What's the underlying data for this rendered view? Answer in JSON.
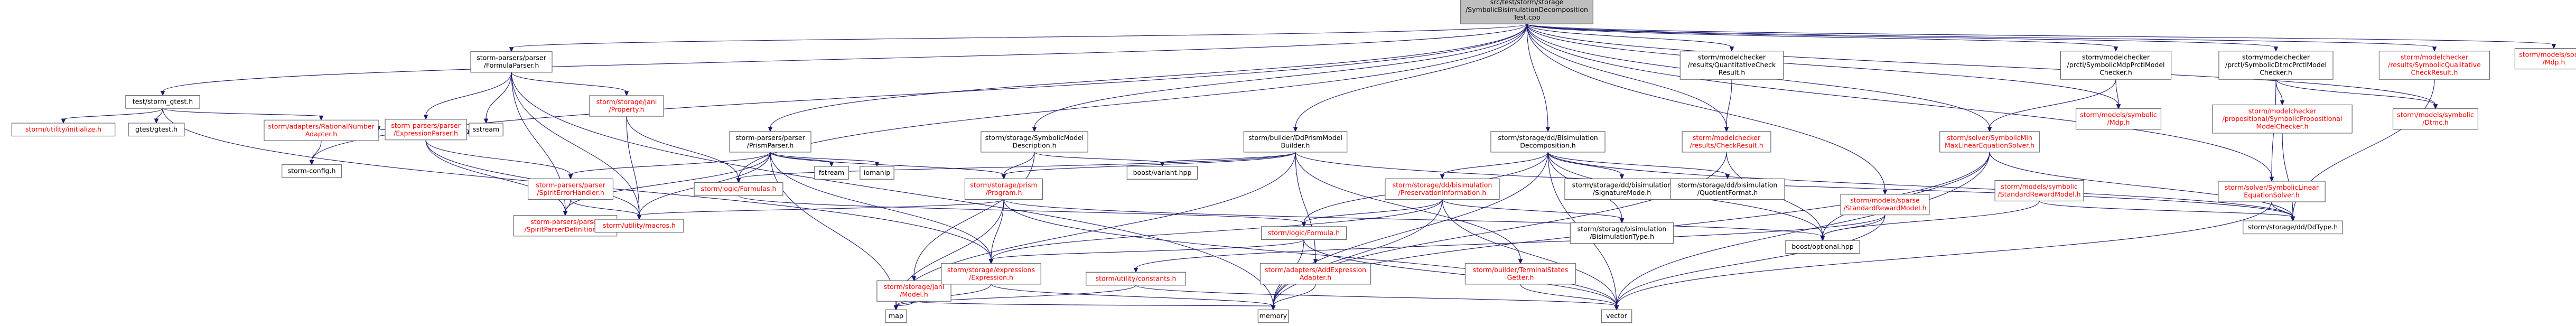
{
  "graph": {
    "colors": {
      "root_fill": "#bfbfbf",
      "node_fill": "#ffffff",
      "node_border": "#666666",
      "link_text": "#000000",
      "missing_text": "#ff0000",
      "edge": "#191970"
    },
    "nodes": [
      {
        "id": "root",
        "lines": [
          "src/test/storm/storage",
          "/SymbolicBisimulationDecomposition",
          "Test.cpp"
        ],
        "style": "root"
      },
      {
        "id": "test_gtest",
        "lines": [
          "test/storm_gtest.h"
        ],
        "style": "link"
      },
      {
        "id": "formulaparser",
        "lines": [
          "storm-parsers/parser",
          "/FormulaParser.h"
        ],
        "style": "link"
      },
      {
        "id": "prismparser",
        "lines": [
          "storm-parsers/parser",
          "/PrismParser.h"
        ],
        "style": "link"
      },
      {
        "id": "symbolicmodeldesc",
        "lines": [
          "storm/storage/SymbolicModel",
          "Description.h"
        ],
        "style": "link"
      },
      {
        "id": "ddprismbuilder",
        "lines": [
          "storm/builder/DdPrismModel",
          "Builder.h"
        ],
        "style": "link"
      },
      {
        "id": "ddbisim",
        "lines": [
          "storm/storage/dd/Bisimulation",
          "Decomposition.h"
        ],
        "style": "link"
      },
      {
        "id": "quantresult",
        "lines": [
          "storm/modelchecker",
          "/results/QuantitativeCheck",
          "Result.h"
        ],
        "style": "link"
      },
      {
        "id": "checkresult",
        "lines": [
          "storm/modelchecker",
          "/results/CheckResult.h"
        ],
        "style": "missing"
      },
      {
        "id": "symbolicmaxlin",
        "lines": [
          "storm/solver/SymbolicMin",
          "MaxLinearEquationSolver.h"
        ],
        "style": "missing"
      },
      {
        "id": "sparse_srm",
        "lines": [
          "storm/models/sparse",
          "/StandardRewardModel.h"
        ],
        "style": "missing"
      },
      {
        "id": "symbolicmdpprctl",
        "lines": [
          "storm/modelchecker",
          "/prctl/SymbolicMdpPrctlModel",
          "Checker.h"
        ],
        "style": "link"
      },
      {
        "id": "symbolicdtmcprctl",
        "lines": [
          "storm/modelchecker",
          "/prctl/SymbolicDtmcPrctlModel",
          "Checker.h"
        ],
        "style": "link"
      },
      {
        "id": "symbolicqual",
        "lines": [
          "storm/modelchecker",
          "/results/SymbolicQualitative",
          "CheckResult.h"
        ],
        "style": "missing"
      },
      {
        "id": "sparse_mdp",
        "lines": [
          "storm/models/sparse",
          "/Mdp.h"
        ],
        "style": "missing"
      },
      {
        "id": "utility_init",
        "lines": [
          "storm/utility/initialize.h"
        ],
        "style": "missing"
      },
      {
        "id": "gtest",
        "lines": [
          "gtest/gtest.h"
        ],
        "style": "plain"
      },
      {
        "id": "rationalnumber",
        "lines": [
          "storm/adapters/RationalNumber",
          "Adapter.h"
        ],
        "style": "missing"
      },
      {
        "id": "stormconfig",
        "lines": [
          "storm-config.h"
        ],
        "style": "plain"
      },
      {
        "id": "exprparser",
        "lines": [
          "storm-parsers/parser",
          "/ExpressionParser.h"
        ],
        "style": "missing"
      },
      {
        "id": "sstream",
        "lines": [
          "sstream"
        ],
        "style": "plain"
      },
      {
        "id": "storage_jani_property",
        "lines": [
          "storm/storage/jani",
          "/Property.h"
        ],
        "style": "missing"
      },
      {
        "id": "spirit_error",
        "lines": [
          "storm-parsers/parser",
          "/SpiritErrorHandler.h"
        ],
        "style": "missing"
      },
      {
        "id": "spirit_defs",
        "lines": [
          "storm-parsers/parser",
          "/SpiritParserDefinitions.h"
        ],
        "style": "missing"
      },
      {
        "id": "utility_macros",
        "lines": [
          "storm/utility/macros.h"
        ],
        "style": "missing"
      },
      {
        "id": "logic_formulas",
        "lines": [
          "storm/logic/Formulas.h"
        ],
        "style": "missing"
      },
      {
        "id": "fstream",
        "lines": [
          "fstream"
        ],
        "style": "plain"
      },
      {
        "id": "iomanip",
        "lines": [
          "iomanip"
        ],
        "style": "plain"
      },
      {
        "id": "storage_prism_program",
        "lines": [
          "storm/storage/prism",
          "/Program.h"
        ],
        "style": "missing"
      },
      {
        "id": "boost_variant",
        "lines": [
          "boost/variant.hpp"
        ],
        "style": "plain"
      },
      {
        "id": "jani_model",
        "lines": [
          "storm/storage/jani",
          "/Model.h"
        ],
        "style": "missing"
      },
      {
        "id": "expr_expression",
        "lines": [
          "storm/storage/expressions",
          "/Expression.h"
        ],
        "style": "missing"
      },
      {
        "id": "utility_constants",
        "lines": [
          "storm/utility/constants.h"
        ],
        "style": "missing"
      },
      {
        "id": "adddexpr",
        "lines": [
          "storm/adapters/AddExpression",
          "Adapter.h"
        ],
        "style": "missing"
      },
      {
        "id": "terminalstates",
        "lines": [
          "storm/builder/TerminalStates",
          "Getter.h"
        ],
        "style": "missing"
      },
      {
        "id": "logic_formula",
        "lines": [
          "storm/logic/Formula.h"
        ],
        "style": "missing"
      },
      {
        "id": "preservationinfo",
        "lines": [
          "storm/storage/dd/bisimulation",
          "/PreservationInformation.h"
        ],
        "style": "missing"
      },
      {
        "id": "sigmode",
        "lines": [
          "storm/storage/dd/bisimulation",
          "/SignatureMode.h"
        ],
        "style": "link"
      },
      {
        "id": "quotientformat",
        "lines": [
          "storm/storage/dd/bisimulation",
          "/QuotientFormat.h"
        ],
        "style": "link"
      },
      {
        "id": "bisimtype",
        "lines": [
          "storm/storage/bisimulation",
          "/BisimulationType.h"
        ],
        "style": "link"
      },
      {
        "id": "boost_optional",
        "lines": [
          "boost/optional.hpp"
        ],
        "style": "plain"
      },
      {
        "id": "symbolic_mdp",
        "lines": [
          "storm/models/symbolic",
          "/Mdp.h"
        ],
        "style": "missing"
      },
      {
        "id": "prop_symbolic_checker",
        "lines": [
          "storm/modelchecker",
          "/propositional/SymbolicPropositional",
          "ModelChecker.h"
        ],
        "style": "missing"
      },
      {
        "id": "symbolic_srm",
        "lines": [
          "storm/models/symbolic",
          "/StandardRewardModel.h"
        ],
        "style": "missing"
      },
      {
        "id": "symbolic_dtmc",
        "lines": [
          "storm/models/symbolic",
          "/Dtmc.h"
        ],
        "style": "missing"
      },
      {
        "id": "symbolic_linsolver",
        "lines": [
          "storm/solver/SymbolicLinear",
          "EquationSolver.h"
        ],
        "style": "missing"
      },
      {
        "id": "ddtype",
        "lines": [
          "storm/storage/dd/DdType.h"
        ],
        "style": "link"
      },
      {
        "id": "map",
        "lines": [
          "map"
        ],
        "style": "plain"
      },
      {
        "id": "memory",
        "lines": [
          "memory"
        ],
        "style": "plain"
      },
      {
        "id": "vector",
        "lines": [
          "vector"
        ],
        "style": "plain"
      }
    ],
    "edges": [
      [
        "root",
        "test_gtest"
      ],
      [
        "root",
        "formulaparser"
      ],
      [
        "root",
        "prismparser"
      ],
      [
        "root",
        "symbolicmodeldesc"
      ],
      [
        "root",
        "ddprismbuilder"
      ],
      [
        "root",
        "ddbisim"
      ],
      [
        "root",
        "quantresult"
      ],
      [
        "root",
        "checkresult"
      ],
      [
        "root",
        "symbolicmaxlin"
      ],
      [
        "root",
        "sparse_srm"
      ],
      [
        "root",
        "symbolicmdpprctl"
      ],
      [
        "root",
        "symbolicdtmcprctl"
      ],
      [
        "root",
        "symbolicqual"
      ],
      [
        "root",
        "sparse_mdp"
      ],
      [
        "root",
        "symbolic_mdp"
      ],
      [
        "root",
        "symbolic_dtmc"
      ],
      [
        "root",
        "symbolic_linsolver"
      ],
      [
        "root",
        "stormconfig"
      ],
      [
        "root",
        "logic_formulas"
      ],
      [
        "test_gtest",
        "utility_init"
      ],
      [
        "test_gtest",
        "gtest"
      ],
      [
        "test_gtest",
        "rationalnumber"
      ],
      [
        "test_gtest",
        "expr_expression"
      ],
      [
        "rationalnumber",
        "stormconfig"
      ],
      [
        "formulaparser",
        "exprparser"
      ],
      [
        "formulaparser",
        "sstream"
      ],
      [
        "formulaparser",
        "storage_jani_property"
      ],
      [
        "formulaparser",
        "spirit_defs"
      ],
      [
        "formulaparser",
        "utility_macros"
      ],
      [
        "formulaparser",
        "memory"
      ],
      [
        "exprparser",
        "sstream"
      ],
      [
        "exprparser",
        "spirit_error"
      ],
      [
        "exprparser",
        "spirit_defs"
      ],
      [
        "exprparser",
        "utility_macros"
      ],
      [
        "exprparser",
        "rationalnumber"
      ],
      [
        "storage_jani_property",
        "logic_formulas"
      ],
      [
        "storage_jani_property",
        "utility_macros"
      ],
      [
        "spirit_error",
        "spirit_defs"
      ],
      [
        "spirit_error",
        "utility_macros"
      ],
      [
        "prismparser",
        "spirit_error"
      ],
      [
        "prismparser",
        "spirit_defs"
      ],
      [
        "prismparser",
        "fstream"
      ],
      [
        "prismparser",
        "iomanip"
      ],
      [
        "prismparser",
        "storage_prism_program"
      ],
      [
        "prismparser",
        "expr_expression"
      ],
      [
        "prismparser",
        "map"
      ],
      [
        "prismparser",
        "utility_macros"
      ],
      [
        "symbolicmodeldesc",
        "boost_variant"
      ],
      [
        "symbolicmodeldesc",
        "storage_prism_program"
      ],
      [
        "symbolicmodeldesc",
        "jani_model"
      ],
      [
        "ddprismbuilder",
        "storage_prism_program"
      ],
      [
        "ddprismbuilder",
        "boost_variant"
      ],
      [
        "ddprismbuilder",
        "logic_formulas"
      ],
      [
        "ddprismbuilder",
        "adddexpr"
      ],
      [
        "ddprismbuilder",
        "terminalstates"
      ],
      [
        "ddprismbuilder",
        "map"
      ],
      [
        "ddprismbuilder",
        "ddtype"
      ],
      [
        "ddbisim",
        "preservationinfo"
      ],
      [
        "ddbisim",
        "sigmode"
      ],
      [
        "ddbisim",
        "quotientformat"
      ],
      [
        "ddbisim",
        "bisimtype"
      ],
      [
        "ddbisim",
        "logic_formula"
      ],
      [
        "ddbisim",
        "boost_optional"
      ],
      [
        "ddbisim",
        "ddtype"
      ],
      [
        "ddbisim",
        "memory"
      ],
      [
        "ddbisim",
        "vector"
      ],
      [
        "preservationinfo",
        "logic_formula"
      ],
      [
        "preservationinfo",
        "bisimtype"
      ],
      [
        "preservationinfo",
        "expr_expression"
      ],
      [
        "preservationinfo",
        "memory"
      ],
      [
        "preservationinfo",
        "vector"
      ],
      [
        "logic_formulas",
        "logic_formula"
      ],
      [
        "logic_formula",
        "memory"
      ],
      [
        "logic_formula",
        "vector"
      ],
      [
        "logic_formula",
        "expr_expression"
      ],
      [
        "storage_prism_program",
        "utility_macros"
      ],
      [
        "storage_prism_program",
        "expr_expression"
      ],
      [
        "storage_prism_program",
        "boost_optional"
      ],
      [
        "storage_prism_program",
        "map"
      ],
      [
        "storage_prism_program",
        "vector"
      ],
      [
        "jani_model",
        "map"
      ],
      [
        "jani_model",
        "memory"
      ],
      [
        "expr_expression",
        "map"
      ],
      [
        "expr_expression",
        "memory"
      ],
      [
        "utility_constants",
        "map"
      ],
      [
        "utility_constants",
        "vector"
      ],
      [
        "adddexpr",
        "memory"
      ],
      [
        "terminalstates",
        "vector"
      ],
      [
        "quantresult",
        "checkresult"
      ],
      [
        "checkresult",
        "memory"
      ],
      [
        "checkresult",
        "boost_optional"
      ],
      [
        "symbolicmaxlin",
        "boost_optional"
      ],
      [
        "symbolicmaxlin",
        "ddtype"
      ],
      [
        "symbolicmaxlin",
        "memory"
      ],
      [
        "symbolicmaxlin",
        "vector"
      ],
      [
        "sparse_srm",
        "boost_optional"
      ],
      [
        "sparse_srm",
        "utility_constants"
      ],
      [
        "sparse_srm",
        "vector"
      ],
      [
        "symbolicmdpprctl",
        "symbolic_mdp"
      ],
      [
        "symbolicmdpprctl",
        "symbolicmaxlin"
      ],
      [
        "symbolicdtmcprctl",
        "symbolic_dtmc"
      ],
      [
        "symbolicdtmcprctl",
        "prop_symbolic_checker"
      ],
      [
        "symbolicdtmcprctl",
        "symbolic_linsolver"
      ],
      [
        "prop_symbolic_checker",
        "ddtype"
      ],
      [
        "symbolicqual",
        "ddtype"
      ],
      [
        "symbolic_srm",
        "boost_optional"
      ],
      [
        "symbolic_srm",
        "ddtype"
      ],
      [
        "symbolic_linsolver",
        "ddtype"
      ],
      [
        "symbolic_linsolver",
        "vector"
      ]
    ]
  }
}
